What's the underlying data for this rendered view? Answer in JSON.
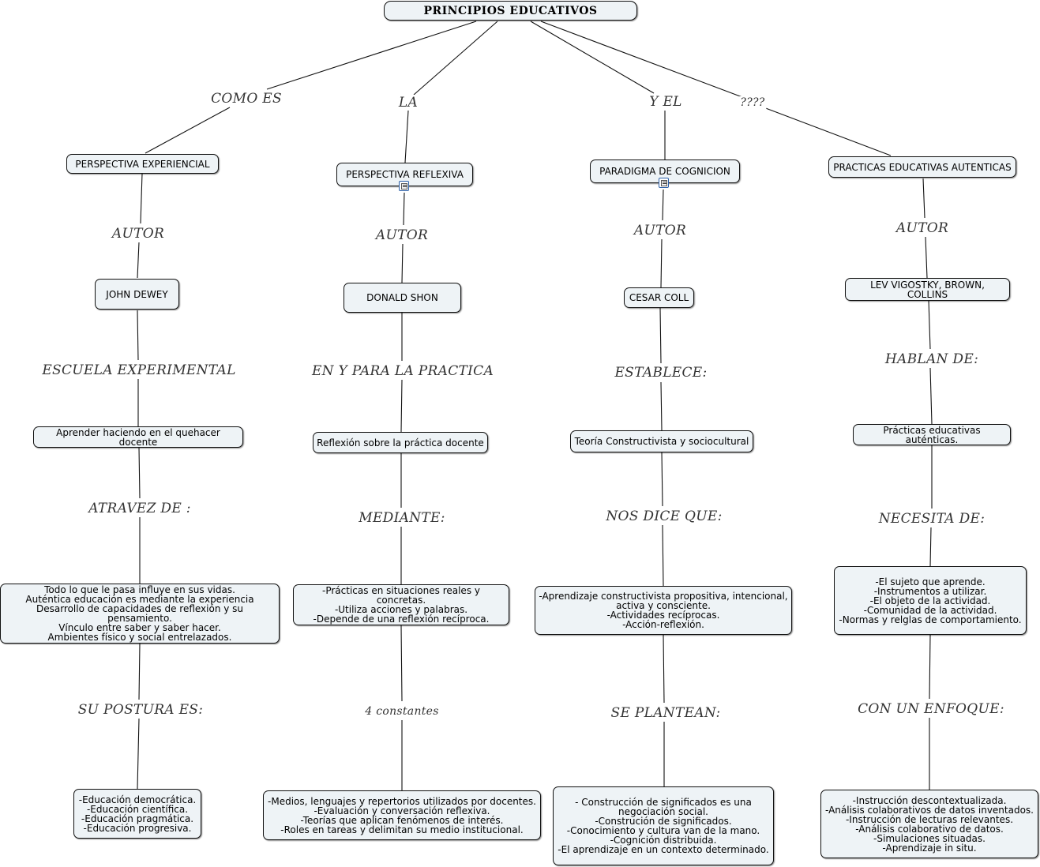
{
  "title": "PRINCIPIOS EDUCATIVOS",
  "linking_phrases": {
    "como_es": "COMO ES",
    "la": "LA",
    "y_el": "Y EL",
    "question": "????",
    "autor": "AUTOR",
    "escuela_experimental": "ESCUELA EXPERIMENTAL",
    "en_y_para": "EN Y PARA LA PRACTICA",
    "establece": "ESTABLECE:",
    "hablan_de": "HABLAN DE:",
    "atravez_de": "ATRAVEZ DE :",
    "mediante": "MEDIANTE:",
    "nos_dice_que": "NOS DICE QUE:",
    "necesita_de": "NECESITA DE:",
    "su_postura_es": "SU POSTURA ES:",
    "cuatro_constantes": "4 constantes",
    "se_plantean": "SE PLANTEAN:",
    "con_un_enfoque": "CON UN ENFOQUE:"
  },
  "columns": [
    {
      "concept": "PERSPECTIVA EXPERIENCIAL",
      "author": "JOHN DEWEY",
      "topic": "Aprender haciendo en el quehacer docente",
      "details": "Todo lo que le pasa influye en sus vidas.\nAuténtica educación es mediante la experiencia\nDesarrollo de capacidades de reflexión y su pensamiento.\nVínculo entre saber y saber hacer.\nAmbientes físico y social entrelazados.",
      "final": "-Educación democrática.\n-Educación científica.\n-Educación pragmática.\n-Educación progresiva."
    },
    {
      "concept": "PERSPECTIVA REFLEXIVA",
      "author": "DONALD SHON",
      "topic": "Reflexión sobre la práctica docente",
      "details": "-Prácticas en situaciones reales y concretas.\n-Utiliza acciones y palabras.\n-Depende de una reflexión recíproca.",
      "final": "-Medios, lenguajes y repertorios utilizados por docentes.\n-Evaluación y conversación reflexiva.\n-Teorías que aplican fenómenos de interés.\n-Roles en tareas y delimitan su medio institucional."
    },
    {
      "concept": "PARADIGMA DE COGNICION",
      "author": "CESAR COLL",
      "topic": "Teoría Constructivista y sociocultural",
      "details": "-Aprendizaje constructivista propositiva, intencional,\nactiva y consciente.\n-Actividades recíprocas.\n-Acción-reflexión.",
      "final": "- Construcción de significados es una\nnegociación social.\n-Construción de significados.\n-Conocimiento y cultura van de la mano.\n-Cognición distribuida.\n-El aprendizaje en un contexto determinado."
    },
    {
      "concept": "PRACTICAS EDUCATIVAS AUTENTICAS",
      "author": "LEV VIGOSTKY, BROWN, COLLINS",
      "topic": "Prácticas educativas auténticas.",
      "details": "-El sujeto que aprende.\n-Instrumentos a utilizar.\n-El objeto de la actividad.\n-Comunidad de la actividad.\n-Normas y relglas de comportamiento.",
      "final": "-Instrucción descontextualizada.\n-Análisis colaborativos de datos inventados.\n-Instrucción de lecturas relevantes.\n-Análisis colaborativo de datos.\n-Simulaciones situadas.\n-Aprendizaje in situ."
    }
  ]
}
